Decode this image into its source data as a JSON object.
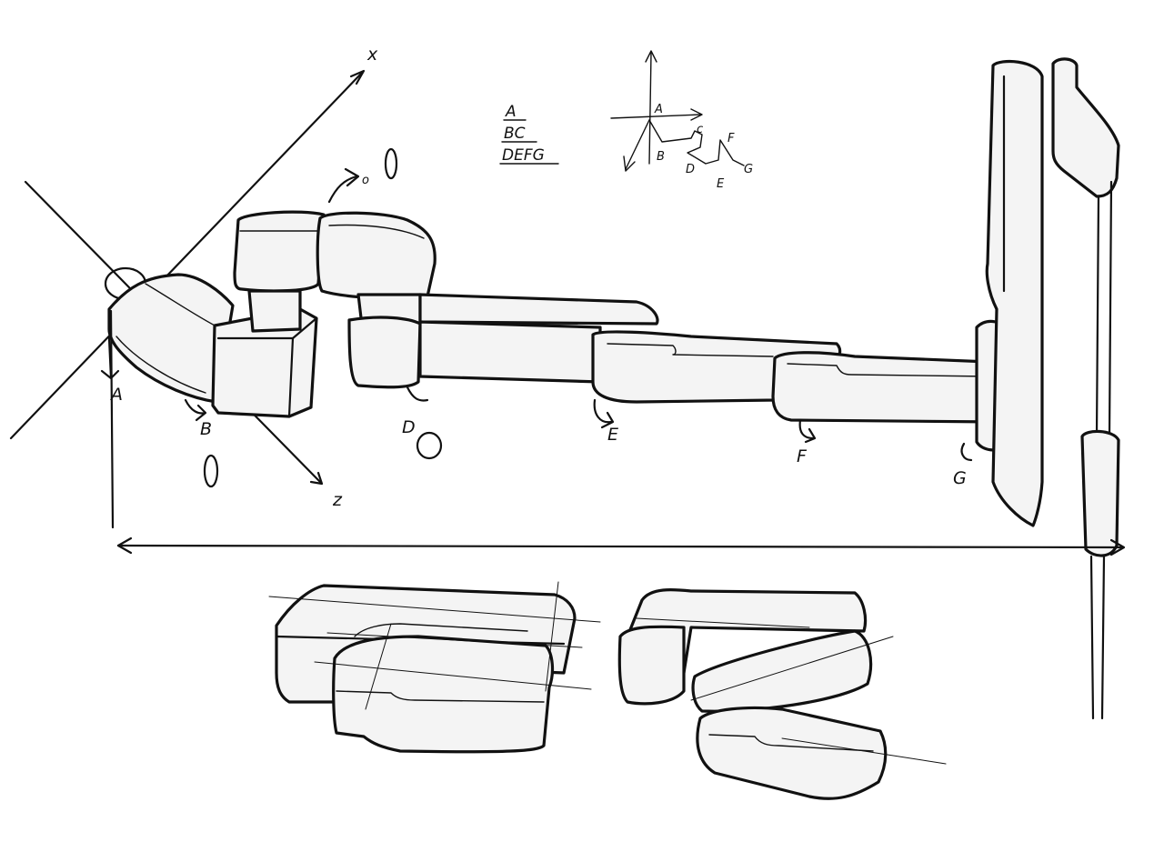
{
  "axes": {
    "x": "x",
    "z": "z"
  },
  "legend": [
    "A",
    "BC",
    "DEFG"
  ],
  "joint_labels": {
    "a": "A",
    "b": "B",
    "d": "D",
    "e": "E",
    "f": "F",
    "g": "G"
  },
  "schematic_labels": {
    "a": "A",
    "b": "B",
    "c": "c",
    "d": "D",
    "e": "E",
    "f": "F",
    "g": "G"
  }
}
